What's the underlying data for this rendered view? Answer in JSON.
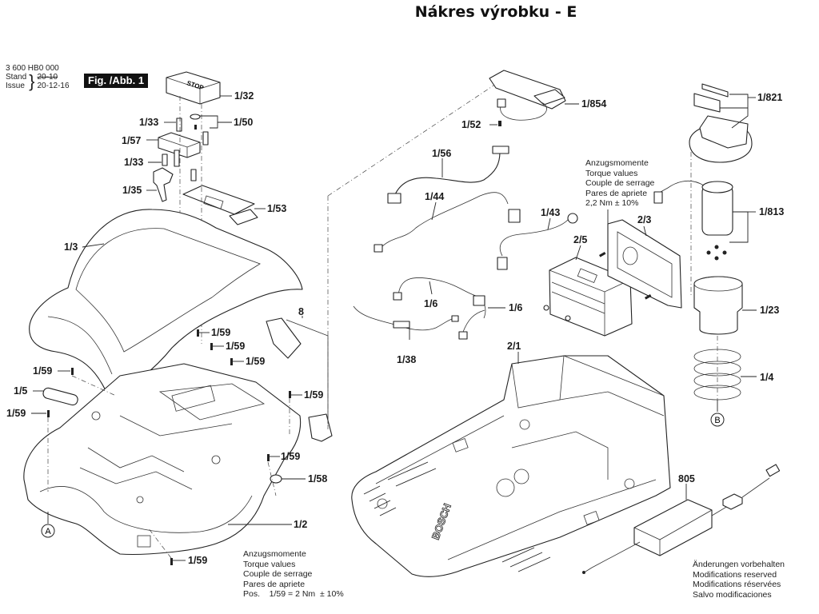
{
  "title": "Nákres výrobku - E",
  "header": {
    "part_number": "3 600 HB0 000",
    "stand_label": "Stand",
    "issue_label": "Issue",
    "stand_value_struck": "20-10",
    "issue_value": "20-12-16",
    "figure_badge": "Fig. /Abb. 1"
  },
  "callouts": [
    {
      "id": "1/32",
      "label": "1/32"
    },
    {
      "id": "1/33a",
      "label": "1/33"
    },
    {
      "id": "1/50",
      "label": "1/50"
    },
    {
      "id": "1/57",
      "label": "1/57"
    },
    {
      "id": "1/33b",
      "label": "1/33"
    },
    {
      "id": "1/35",
      "label": "1/35"
    },
    {
      "id": "1/53",
      "label": "1/53"
    },
    {
      "id": "1/3",
      "label": "1/3"
    },
    {
      "id": "8",
      "label": "8"
    },
    {
      "id": "1/59a",
      "label": "1/59"
    },
    {
      "id": "1/59b",
      "label": "1/59"
    },
    {
      "id": "1/59c",
      "label": "1/59"
    },
    {
      "id": "1/59d",
      "label": "1/59"
    },
    {
      "id": "1/5",
      "label": "1/5"
    },
    {
      "id": "1/59e",
      "label": "1/59"
    },
    {
      "id": "1/59f",
      "label": "1/59"
    },
    {
      "id": "1/59g",
      "label": "1/59"
    },
    {
      "id": "1/58",
      "label": "1/58"
    },
    {
      "id": "1/2",
      "label": "1/2"
    },
    {
      "id": "1/59h",
      "label": "1/59"
    },
    {
      "id": "1/854",
      "label": "1/854"
    },
    {
      "id": "1/52",
      "label": "1/52"
    },
    {
      "id": "1/56",
      "label": "1/56"
    },
    {
      "id": "1/44",
      "label": "1/44"
    },
    {
      "id": "1/43",
      "label": "1/43"
    },
    {
      "id": "2/5",
      "label": "2/5"
    },
    {
      "id": "2/3",
      "label": "2/3"
    },
    {
      "id": "1/6a",
      "label": "1/6"
    },
    {
      "id": "1/6b",
      "label": "1/6"
    },
    {
      "id": "1/38",
      "label": "1/38"
    },
    {
      "id": "2/1",
      "label": "2/1"
    },
    {
      "id": "1/821",
      "label": "1/821"
    },
    {
      "id": "1/813",
      "label": "1/813"
    },
    {
      "id": "1/23",
      "label": "1/23"
    },
    {
      "id": "1/4",
      "label": "1/4"
    },
    {
      "id": "805",
      "label": "805"
    }
  ],
  "reference_markers": {
    "a": "A",
    "b": "B"
  },
  "torque_note_upper": {
    "lines": [
      "Anzugsmomente",
      "Torque values",
      "Couple de serrage",
      "Pares de apriete",
      "2,2 Nm ± 10%"
    ]
  },
  "torque_note_lower": {
    "lines": [
      "Anzugsmomente",
      "Torque values",
      "Couple de serrage",
      "Pares de apriete",
      "Pos.    1/59 = 2 Nm  ± 10%"
    ]
  },
  "modifications_note": {
    "lines": [
      "Änderungen vorbehalten",
      "Modifications reserved",
      "Modifications réservées",
      "Salvo modificaciones"
    ]
  },
  "brand_mark": "BOSCH"
}
